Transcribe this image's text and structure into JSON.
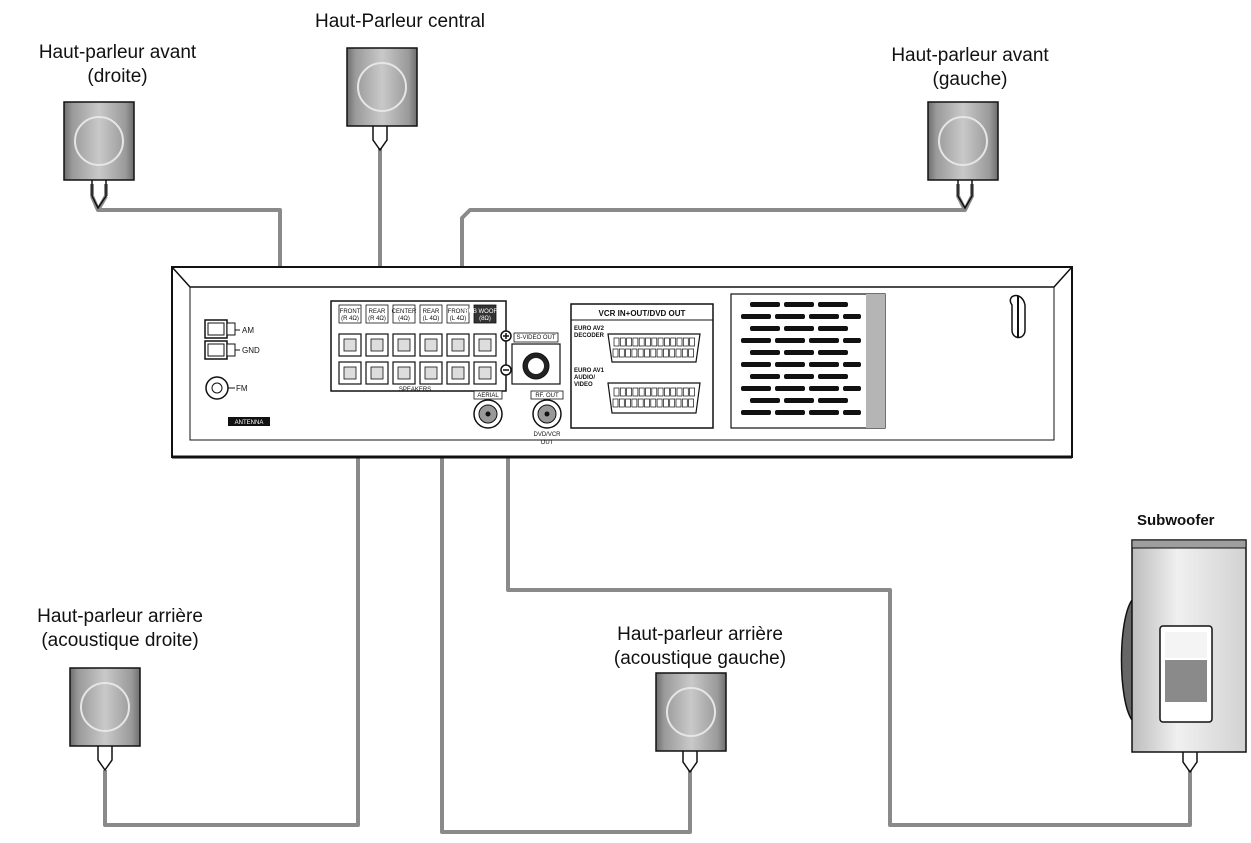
{
  "labels": {
    "front_right": [
      "Haut-parleur avant",
      "(droite)"
    ],
    "center": [
      "Haut-Parleur central"
    ],
    "front_left": [
      "Haut-parleur avant",
      "(gauche)"
    ],
    "rear_right": [
      "Haut-parleur arrière",
      "(acoustique droite)"
    ],
    "rear_left": [
      "Haut-parleur arrière",
      "(acoustique gauche)"
    ],
    "subwoofer": "Subwoofer"
  },
  "receiver": {
    "antenna": {
      "am": "AM",
      "gnd": "GND",
      "fm": "FM",
      "badge": "ANTENNA"
    },
    "speaker_terminals": [
      {
        "name": "FRONT",
        "spec": "(R 4Ω)"
      },
      {
        "name": "REAR",
        "spec": "(R 4Ω)"
      },
      {
        "name": "CENTER",
        "spec": "(4Ω)"
      },
      {
        "name": "REAR",
        "spec": "(L 4Ω)"
      },
      {
        "name": "FRONT",
        "spec": "(L 4Ω)"
      },
      {
        "name": "SUB WOOFER",
        "spec": "(8Ω)"
      }
    ],
    "speakers_label": "SPEAKERS",
    "svideo_label": "S-VIDEO OUT",
    "aerial_label": "AERIAL",
    "rf_out_label": "RF. OUT",
    "dvdvcr_label": [
      "DVD/VCR",
      "OUT"
    ],
    "scart": {
      "title": "VCR IN+OUT/DVD OUT",
      "av2": [
        "EURO AV2",
        "DECODER"
      ],
      "av1": [
        "EURO AV1",
        "AUDIO/",
        "VIDEO"
      ]
    }
  },
  "colors": {
    "cable": "#8a8a8a",
    "outline": "#111111",
    "speaker_fill": "#9e9e9e"
  }
}
